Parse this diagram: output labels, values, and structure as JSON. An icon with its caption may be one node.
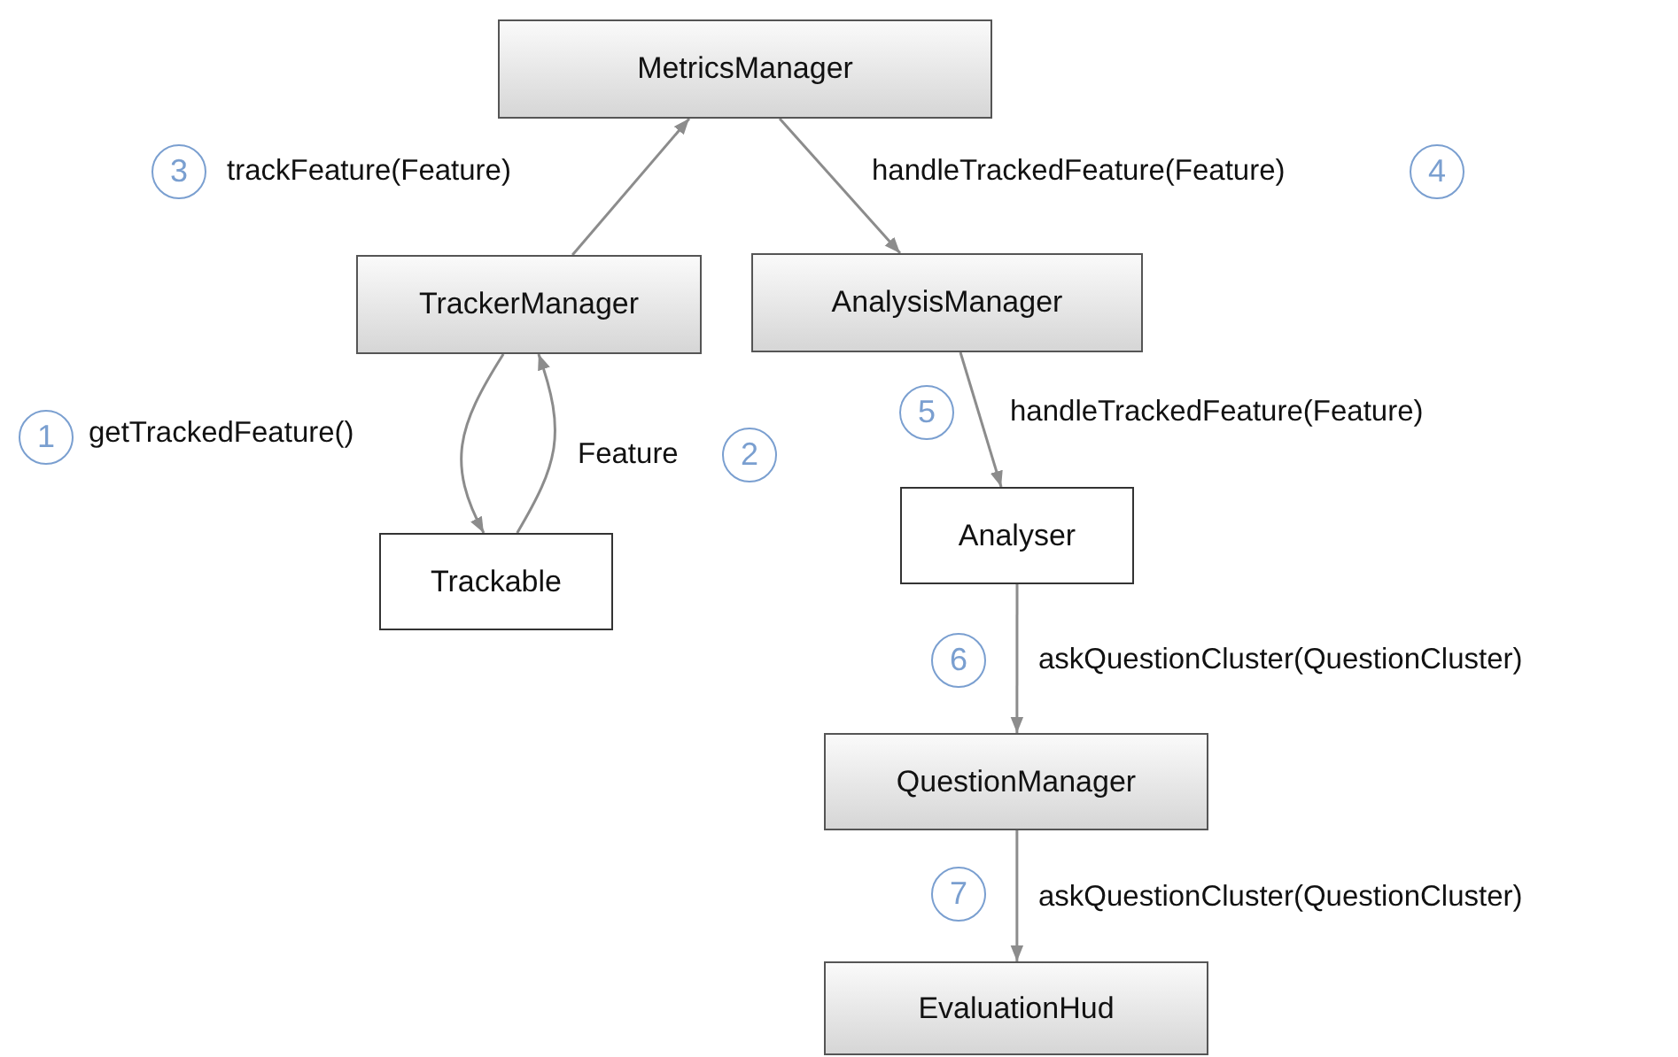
{
  "diagram": {
    "nodes": [
      {
        "text": [
          "MetricsManager"
        ]
      },
      {
        "text": [
          "TrackerManager"
        ]
      },
      {
        "text": [
          "AnalysisManager"
        ]
      },
      {
        "text": [
          "Trackable"
        ]
      },
      {
        "text": [
          "Analyser"
        ]
      },
      {
        "text": [
          "QuestionManager"
        ]
      },
      {
        "text": [
          "EvaluationHud"
        ]
      }
    ],
    "edges": [
      {
        "from": 1,
        "to": 3,
        "arrow": "to",
        "label": "getTrackedFeature()"
      },
      {
        "from": 3,
        "to": 1,
        "arrow": "to",
        "label": "Feature"
      },
      {
        "from": 1,
        "to": 0,
        "arrow": "to",
        "label": "trackFeature(Feature)"
      },
      {
        "from": 0,
        "to": 2,
        "arrow": "to",
        "label": "handleTrackedFeature(Feature)"
      },
      {
        "from": 2,
        "to": 4,
        "arrow": "to",
        "label": "handleTrackedFeature(Feature)"
      },
      {
        "from": 4,
        "to": 5,
        "arrow": "to",
        "label": "askQuestionCluster(QuestionCluster)"
      },
      {
        "from": 5,
        "to": 6,
        "arrow": "to",
        "label": "askQuestionCluster(QuestionCluster)"
      }
    ],
    "labels": [
      "3",
      "4",
      "5",
      "1",
      "2",
      "6",
      "7"
    ]
  }
}
